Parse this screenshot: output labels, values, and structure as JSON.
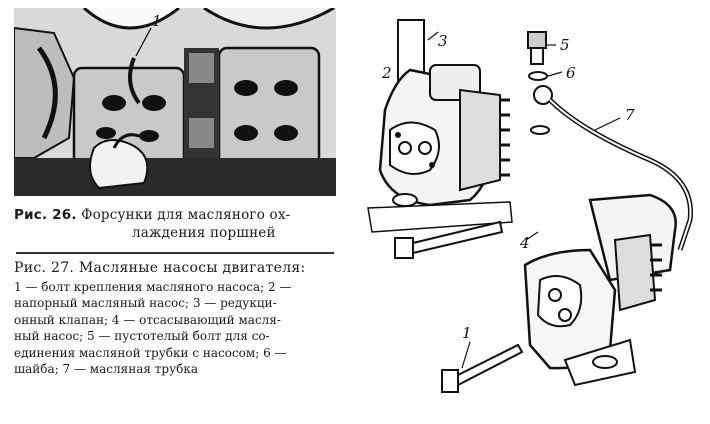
{
  "figure26": {
    "callout": "1",
    "caption_prefix": "Рис. 26.",
    "caption_line1": " Форсунки для масляного ох-",
    "caption_line2": "лаждения поршней"
  },
  "figure27": {
    "callouts": [
      "2",
      "3",
      "4",
      "5",
      "6",
      "7",
      "1"
    ],
    "caption_title": "Рис. 27. Масляные насосы двигателя:",
    "caption_lines": [
      "1 — болт крепления масляного насоса; 2 —",
      "напорный масляный насос; 3 — редукци-",
      "онный клапан; 4 — отсасывающий масля-",
      "ный насос; 5 — пустотелый болт для со-",
      "единения масляной трубки с насосом; 6 —",
      "шайба; 7 — масляная трубка"
    ]
  }
}
